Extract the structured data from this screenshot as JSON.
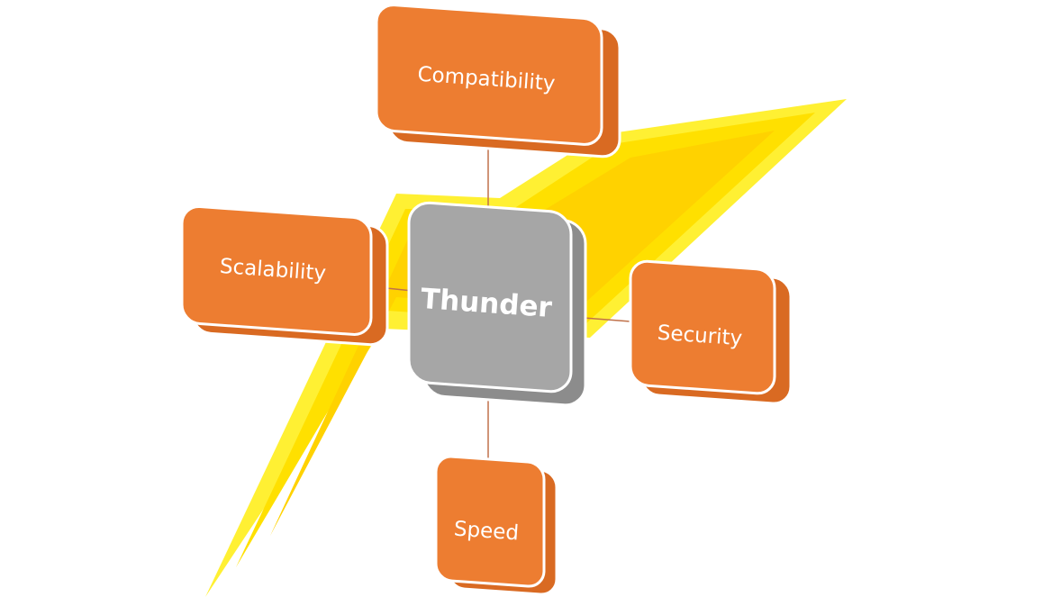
{
  "diagram": {
    "center": {
      "label": "Thunder"
    },
    "nodes": {
      "top": {
        "label": "Compatibility"
      },
      "left": {
        "label": "Scalability"
      },
      "right": {
        "label": "Security"
      },
      "bottom": {
        "label": "Speed"
      }
    }
  },
  "colors": {
    "bolt_outer": "#FFF033",
    "bolt_middle": "#FFE000",
    "bolt_inner": "#FFD200",
    "node_fill": "#ED7D31",
    "node_side": "#D96A22",
    "center_fill": "#A6A6A6",
    "center_side": "#8C8C8C",
    "connector": "#C0714A"
  }
}
